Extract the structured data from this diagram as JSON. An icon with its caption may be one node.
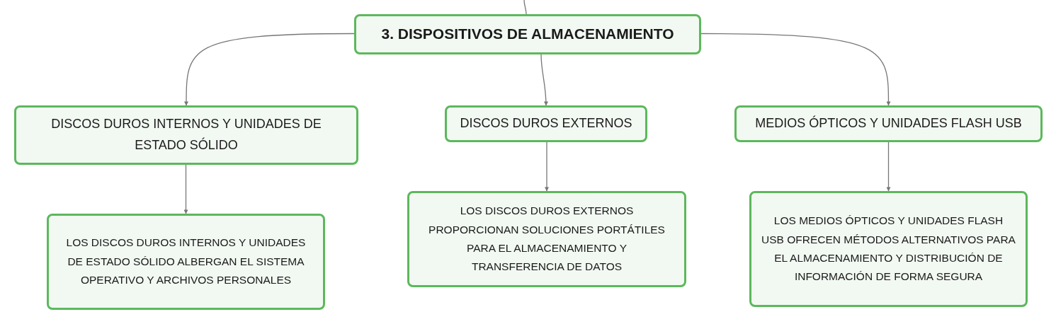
{
  "diagram": {
    "nodes": [
      {
        "text": [
          "3. DISPOSITIVOS DE ALMACENAMIENTO"
        ]
      },
      {
        "text": [
          "DISCOS DUROS INTERNOS Y UNIDADES DE ESTADO SÓLIDO"
        ]
      },
      {
        "text": [
          "DISCOS DUROS EXTERNOS"
        ]
      },
      {
        "text": [
          "MEDIOS ÓPTICOS Y UNIDADES FLASH USB"
        ]
      },
      {
        "text": [
          "LOS DISCOS DUROS INTERNOS Y UNIDADES DE ESTADO SÓLIDO ALBERGAN EL SISTEMA OPERATIVO Y ARCHIVOS PERSONALES"
        ]
      },
      {
        "text": [
          "LOS DISCOS DUROS EXTERNOS PROPORCIONAN SOLUCIONES PORTÁTILES PARA EL ALMACENAMIENTO Y TRANSFERENCIA DE DATOS"
        ]
      },
      {
        "text": [
          "LOS MEDIOS ÓPTICOS Y UNIDADES FLASH USB OFRECEN MÉTODOS ALTERNATIVOS PARA EL ALMACENAMIENTO Y DISTRIBUCIÓN DE INFORMACIÓN DE FORMA SEGURA"
        ]
      }
    ],
    "edges": [
      {
        "from": null,
        "to": 0,
        "arrow": "none"
      },
      {
        "from": 0,
        "to": 1,
        "arrow": "to"
      },
      {
        "from": 0,
        "to": 2,
        "arrow": "to"
      },
      {
        "from": 0,
        "to": 3,
        "arrow": "to"
      },
      {
        "from": 1,
        "to": 4,
        "arrow": "to"
      },
      {
        "from": 2,
        "to": 5,
        "arrow": "to"
      },
      {
        "from": 3,
        "to": 6,
        "arrow": "to"
      }
    ]
  }
}
